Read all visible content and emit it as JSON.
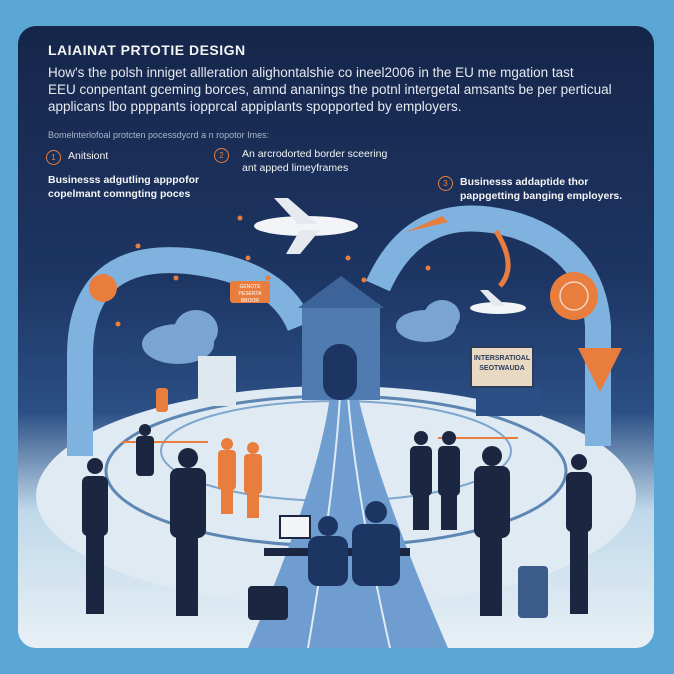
{
  "heading": "LAIAINAT PRTOTIE DESIGN",
  "intro_lines": [
    "How's the polsh inniget allleration alighontalshie co ineel2006 in the EU me mgation tast",
    "EEU conpentant gceming borces, amnd ananings the potnl intergetal amsants be per perticual",
    "applicans lbo ppppants iopprcal appiplants spopported by employers."
  ],
  "caption": "Bomelnterlofoal protcten pocessdycrd a n ropotor Imes:",
  "steps": [
    {
      "num": "1",
      "label": "Anitsiont",
      "desc": [
        "Businesss adgutling apppofor",
        "copelmant comngting poces"
      ]
    },
    {
      "num": "2",
      "label": "An arcrodorted border sceering",
      "desc": [
        "ant apped limeyframes"
      ]
    },
    {
      "num": "3",
      "desc": [
        "Businesss addaptide thor",
        "pappgetting banging employers."
      ]
    }
  ],
  "sign_text": [
    "INTERSRATIOAL",
    "SEOTWAUDA"
  ],
  "tag_text": [
    "GENOTE",
    "PESERTA",
    "BBOOR"
  ],
  "colors": {
    "accent": "#e87d3e",
    "navy": "#16264a",
    "sky": "#5aa7d6",
    "arc": "#7fb2df"
  },
  "icons": [
    "airplane-icon",
    "star-icon",
    "cloud-icon",
    "globe-icon",
    "luggage-icon",
    "laptop-icon",
    "arrow-icon"
  ]
}
